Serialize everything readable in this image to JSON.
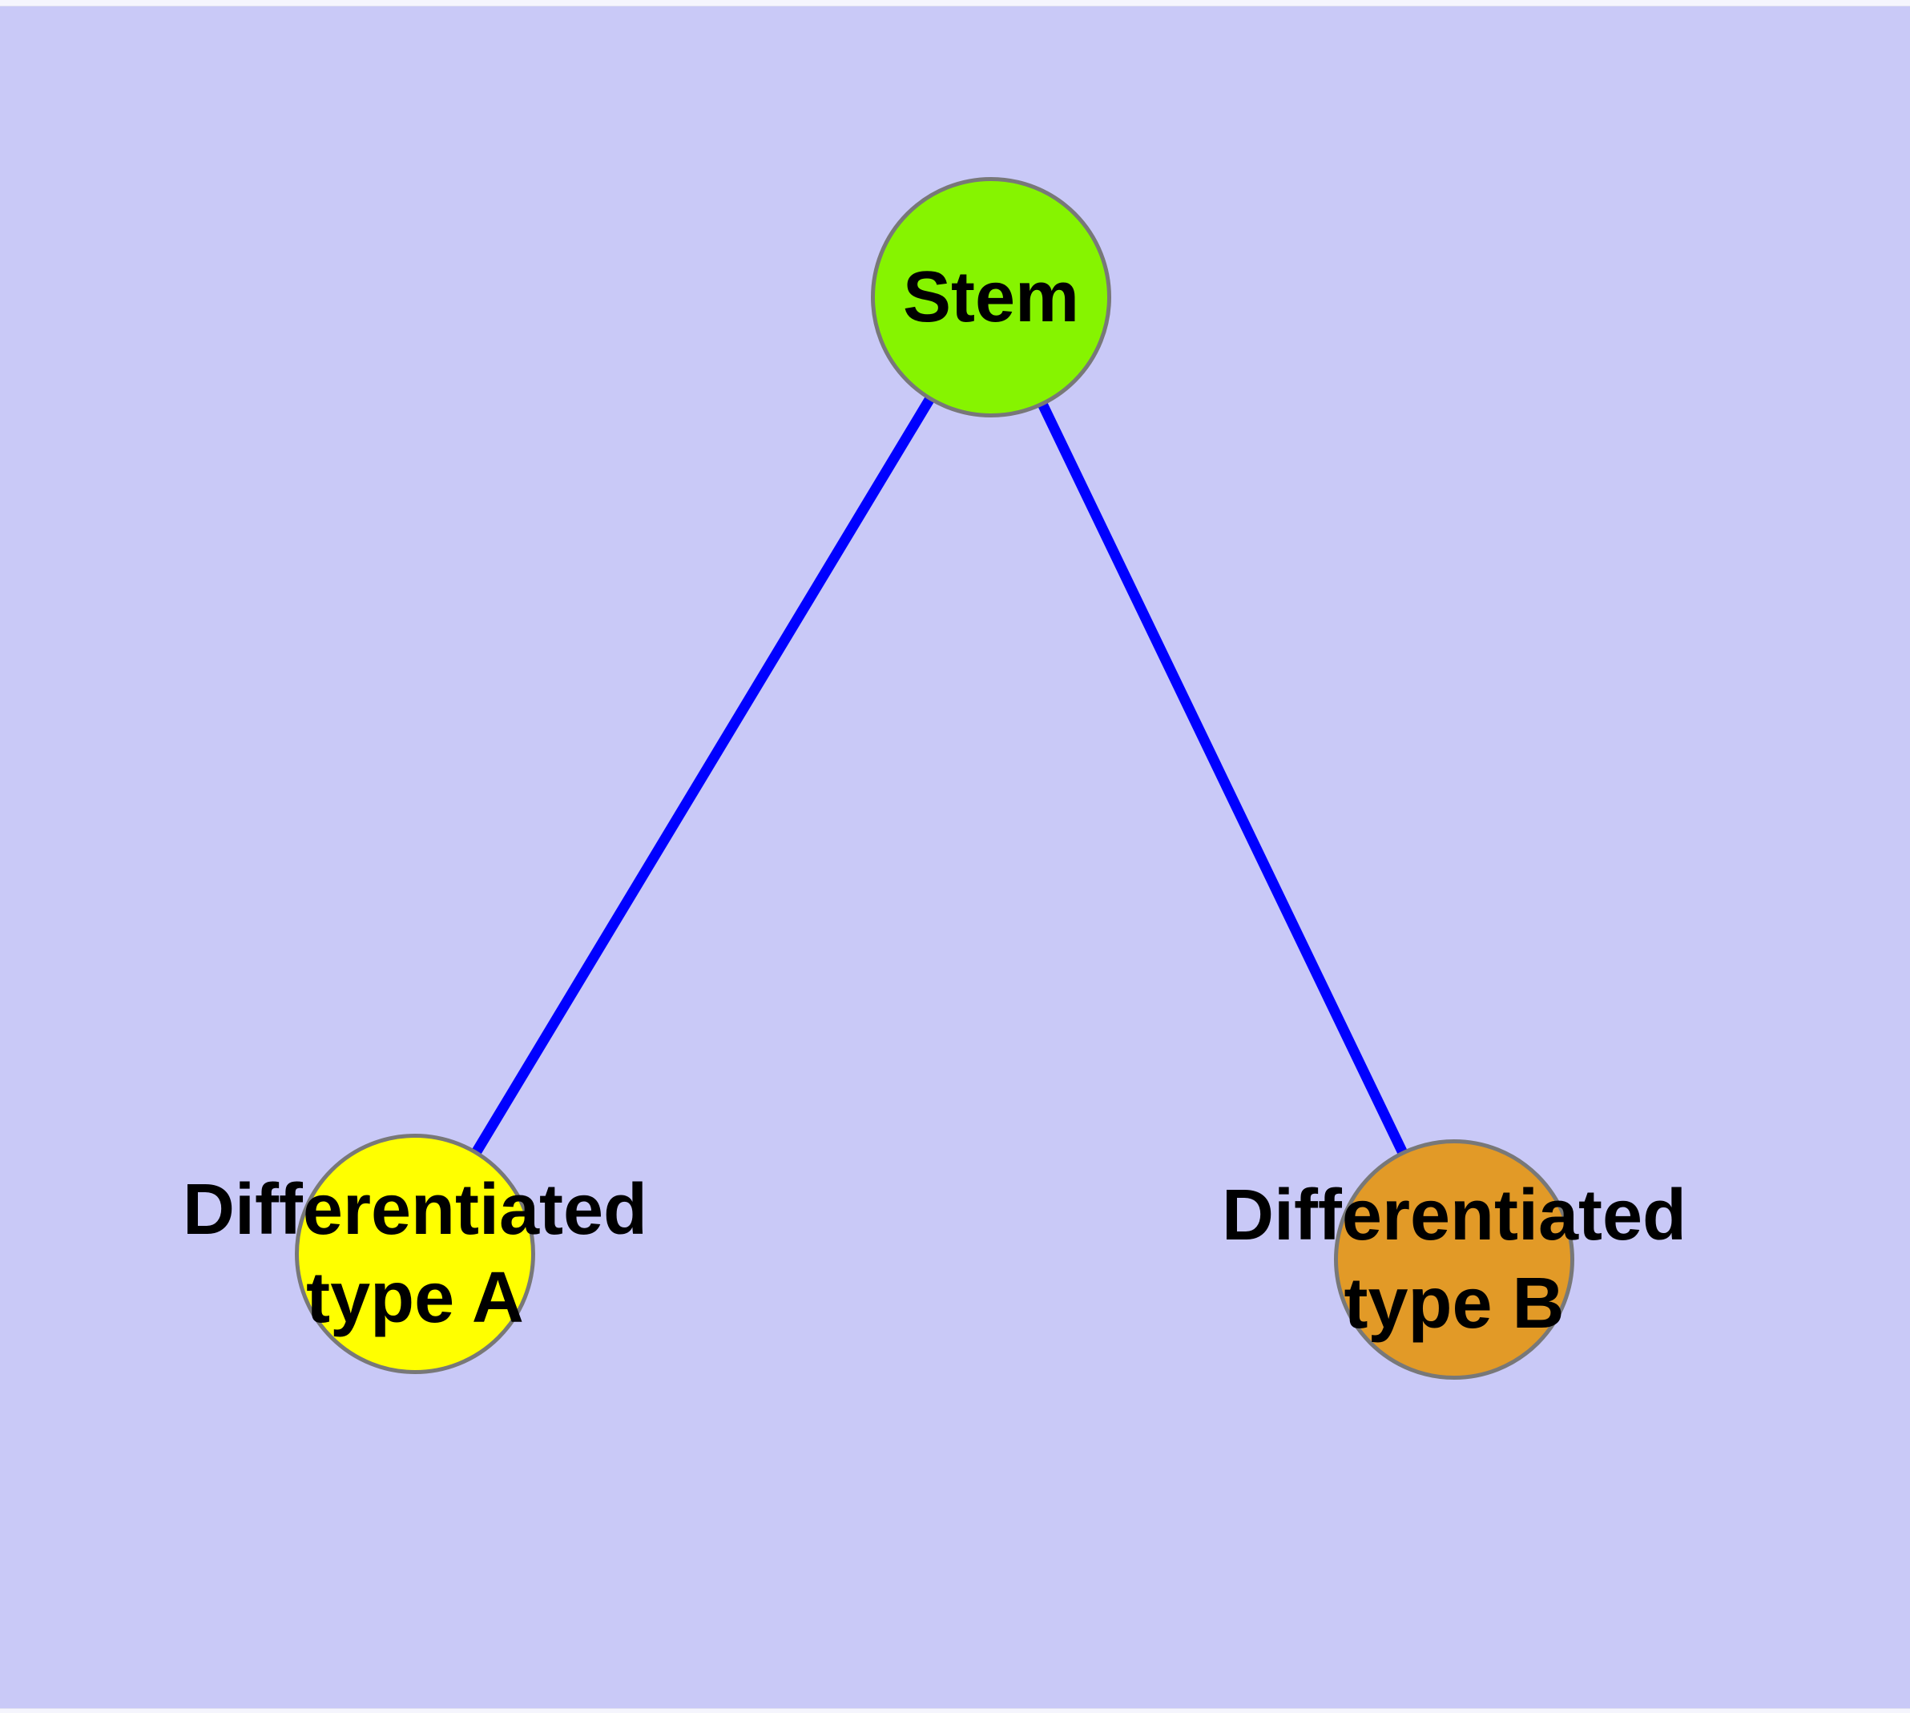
{
  "diagram": {
    "background_color": "#C9C9F7",
    "node_border_color": "#787878",
    "edge_color": "#0000FF",
    "label_color": "#000000",
    "nodes": [
      {
        "id": "stem",
        "label": "Stem",
        "fill_color": "#86F400"
      },
      {
        "id": "differentiated-type-a",
        "label": "Differentiated\ntype A",
        "fill_color": "#FFFF00"
      },
      {
        "id": "differentiated-type-b",
        "label": "Differentiated\ntype B",
        "fill_color": "#E29A27"
      }
    ],
    "edges": [
      {
        "from": "stem",
        "to": "differentiated-type-a"
      },
      {
        "from": "stem",
        "to": "differentiated-type-b"
      }
    ]
  }
}
